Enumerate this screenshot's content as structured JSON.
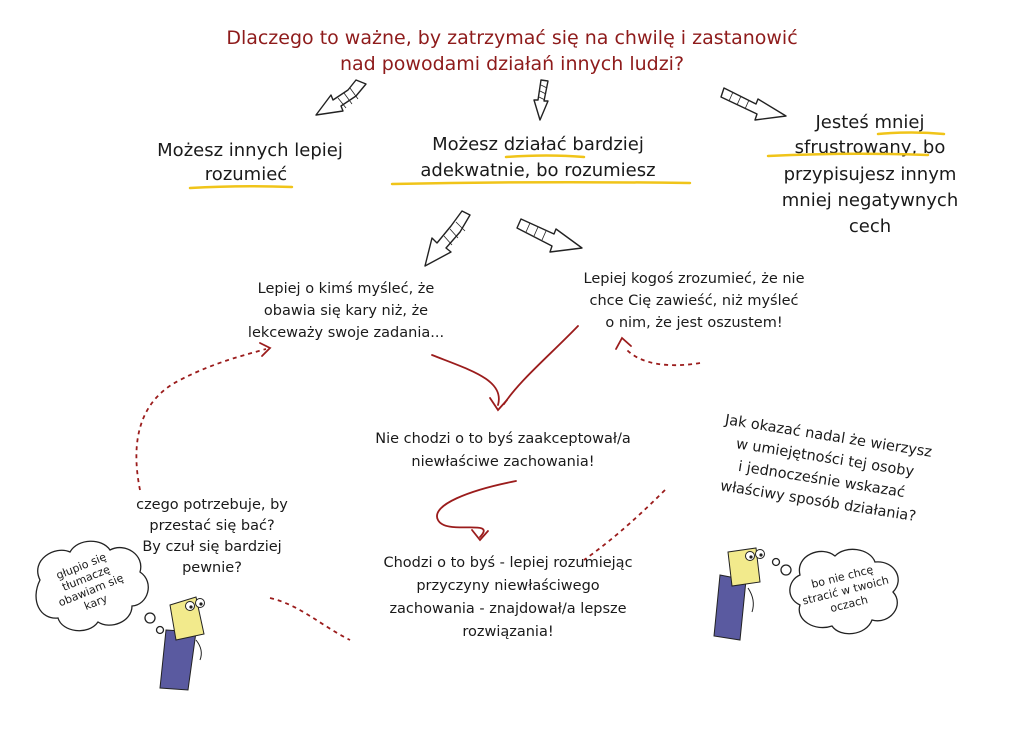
{
  "title": {
    "line1": "Dlaczego to ważne, by zatrzymać się na chwilę i zastanowić",
    "line2": "nad powodami działań innych ludzi?"
  },
  "benefit_left": {
    "line1": "Możesz innych lepiej",
    "line2": "rozumieć"
  },
  "benefit_center": {
    "line1": "Możesz działać bardziej",
    "line2": "adekwatnie, bo rozumiesz"
  },
  "benefit_right": {
    "line1": "Jesteś mniej",
    "line2": "sfrustrowany, bo",
    "line3": "przypisujesz innym",
    "line4": "mniej negatywnych",
    "line5": "cech"
  },
  "example_left": {
    "line1": "Lepiej o kimś myśleć, że",
    "line2": "obawia się kary niż, że",
    "line3": "lekceważy swoje zadania..."
  },
  "example_right": {
    "line1": "Lepiej kogoś zrozumieć, że nie",
    "line2": "chce Cię zawieść, niż myśleć",
    "line3": "o nim, że jest oszustem!"
  },
  "not_accept": {
    "line1": "Nie chodzi o to byś zaakceptował/a",
    "line2": "niewłaściwe zachowania!"
  },
  "goal": {
    "line1": "Chodzi o to byś - lepiej rozumiejąc",
    "line2": "przyczyny niewłaściwego",
    "line3": "zachowania - znajdował/a lepsze",
    "line4": "rozwiązania!"
  },
  "question_left": {
    "line1": "czego potrzebuje, by",
    "line2": "przestać się bać?",
    "line3": "By czuł się bardziej",
    "line4": "pewnie?"
  },
  "question_right": {
    "line1": "Jak okazać nadal że wierzysz",
    "line2": "w umiejętności tej osoby",
    "line3": "i jednocześnie wskazać",
    "line4": "właściwy sposób działania?"
  },
  "thought_left": {
    "line1": "głupio się",
    "line2": "tłumaczę",
    "line3": "obawiam się",
    "line4": "kary"
  },
  "thought_right": {
    "line1": "bo nie chcę",
    "line2": "stracić w twoich",
    "line3": "oczach"
  },
  "colors": {
    "title": "#8e1b1b",
    "highlight": "#f0c419",
    "connector": "#9b1c1c",
    "figure_body": "#5a5aa0",
    "figure_head": "#f2ea8c"
  }
}
